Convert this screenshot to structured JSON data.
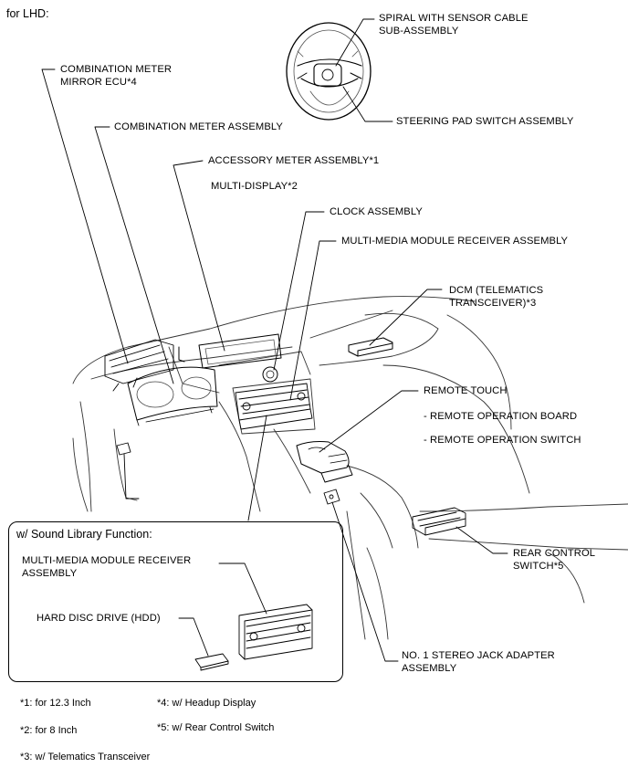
{
  "title": "for LHD:",
  "labels": {
    "spiral": "SPIRAL WITH SENSOR CABLE\nSUB-ASSEMBLY",
    "steering_pad": "STEERING PAD SWITCH ASSEMBLY",
    "mirror_ecu": "COMBINATION METER\nMIRROR ECU*4",
    "comb_meter": "COMBINATION METER ASSEMBLY",
    "accessory_meter": "ACCESSORY METER ASSEMBLY*1",
    "multi_display": "MULTI-DISPLAY*2",
    "clock": "CLOCK ASSEMBLY",
    "multimedia": "MULTI-MEDIA MODULE RECEIVER ASSEMBLY",
    "dcm": "DCM (TELEMATICS\nTRANSCEIVER)*3",
    "remote_touch": "REMOTE TOUCH",
    "remote_board": "- REMOTE OPERATION BOARD",
    "remote_switch": "- REMOTE OPERATION SWITCH",
    "rear_control": "REAR CONTROL\nSWITCH*5",
    "stereo_jack": "NO. 1 STEREO JACK ADAPTER\nASSEMBLY"
  },
  "inset": {
    "title": "w/ Sound Library Function:",
    "multimedia": "MULTI-MEDIA MODULE RECEIVER\nASSEMBLY",
    "hdd": "HARD DISC DRIVE (HDD)"
  },
  "notes": {
    "n1": "*1: for 12.3 Inch",
    "n2": "*2: for 8 Inch",
    "n3": "*3: w/ Telematics Transceiver",
    "n4": "*4: w/ Headup Display",
    "n5": "*5: w/ Rear Control Switch"
  }
}
